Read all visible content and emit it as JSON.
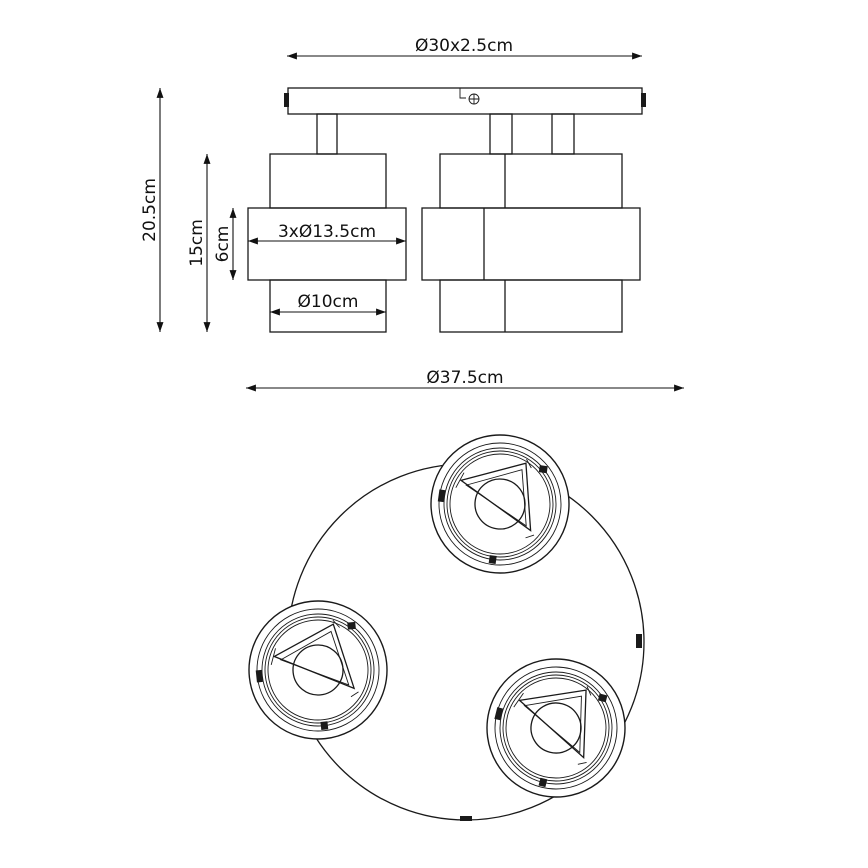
{
  "dimensions": {
    "base_plate": "Ø30x2.5cm",
    "total_height": "20.5cm",
    "shade_height": "15cm",
    "ring_height": "6cm",
    "ring_diameter": "3xØ13.5cm",
    "shade_diameter": "Ø10cm",
    "total_width": "Ø37.5cm"
  }
}
